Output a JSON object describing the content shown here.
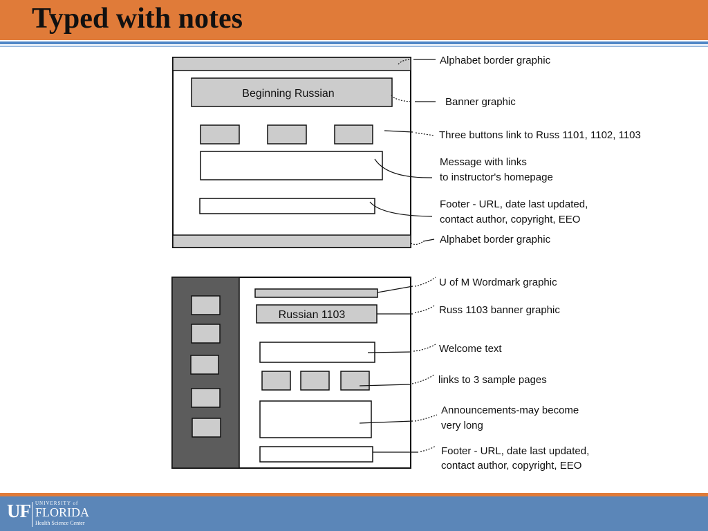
{
  "slide": {
    "title": "Typed with notes"
  },
  "wireframe1": {
    "banner_text": "Beginning Russian",
    "notes": {
      "top_border": "Alphabet border graphic",
      "banner": "Banner graphic",
      "buttons": "Three buttons link to Russ 1101, 1102, 1103",
      "message_line1": "Message with links",
      "message_line2": "to instructor's homepage",
      "footer_line1": "Footer  - URL, date last updated,",
      "footer_line2": "contact author, copyright, EEO",
      "bottom_border": "Alphabet border graphic"
    }
  },
  "wireframe2": {
    "banner_text": "Russian 1103",
    "notes": {
      "wordmark": "U of M Wordmark graphic",
      "banner": "Russ 1103 banner graphic",
      "welcome": "Welcome text",
      "links": "links to 3 sample pages",
      "announcements_line1": "Announcements-may become",
      "announcements_line2": "very long",
      "footer_line1": "Footer  - URL, date last updated,",
      "footer_line2": "contact author, copyright, EEO"
    }
  },
  "logo": {
    "uf": "UF",
    "university": "UNIVERSITY of",
    "florida": "FLORIDA",
    "health": "Health Science Center"
  }
}
